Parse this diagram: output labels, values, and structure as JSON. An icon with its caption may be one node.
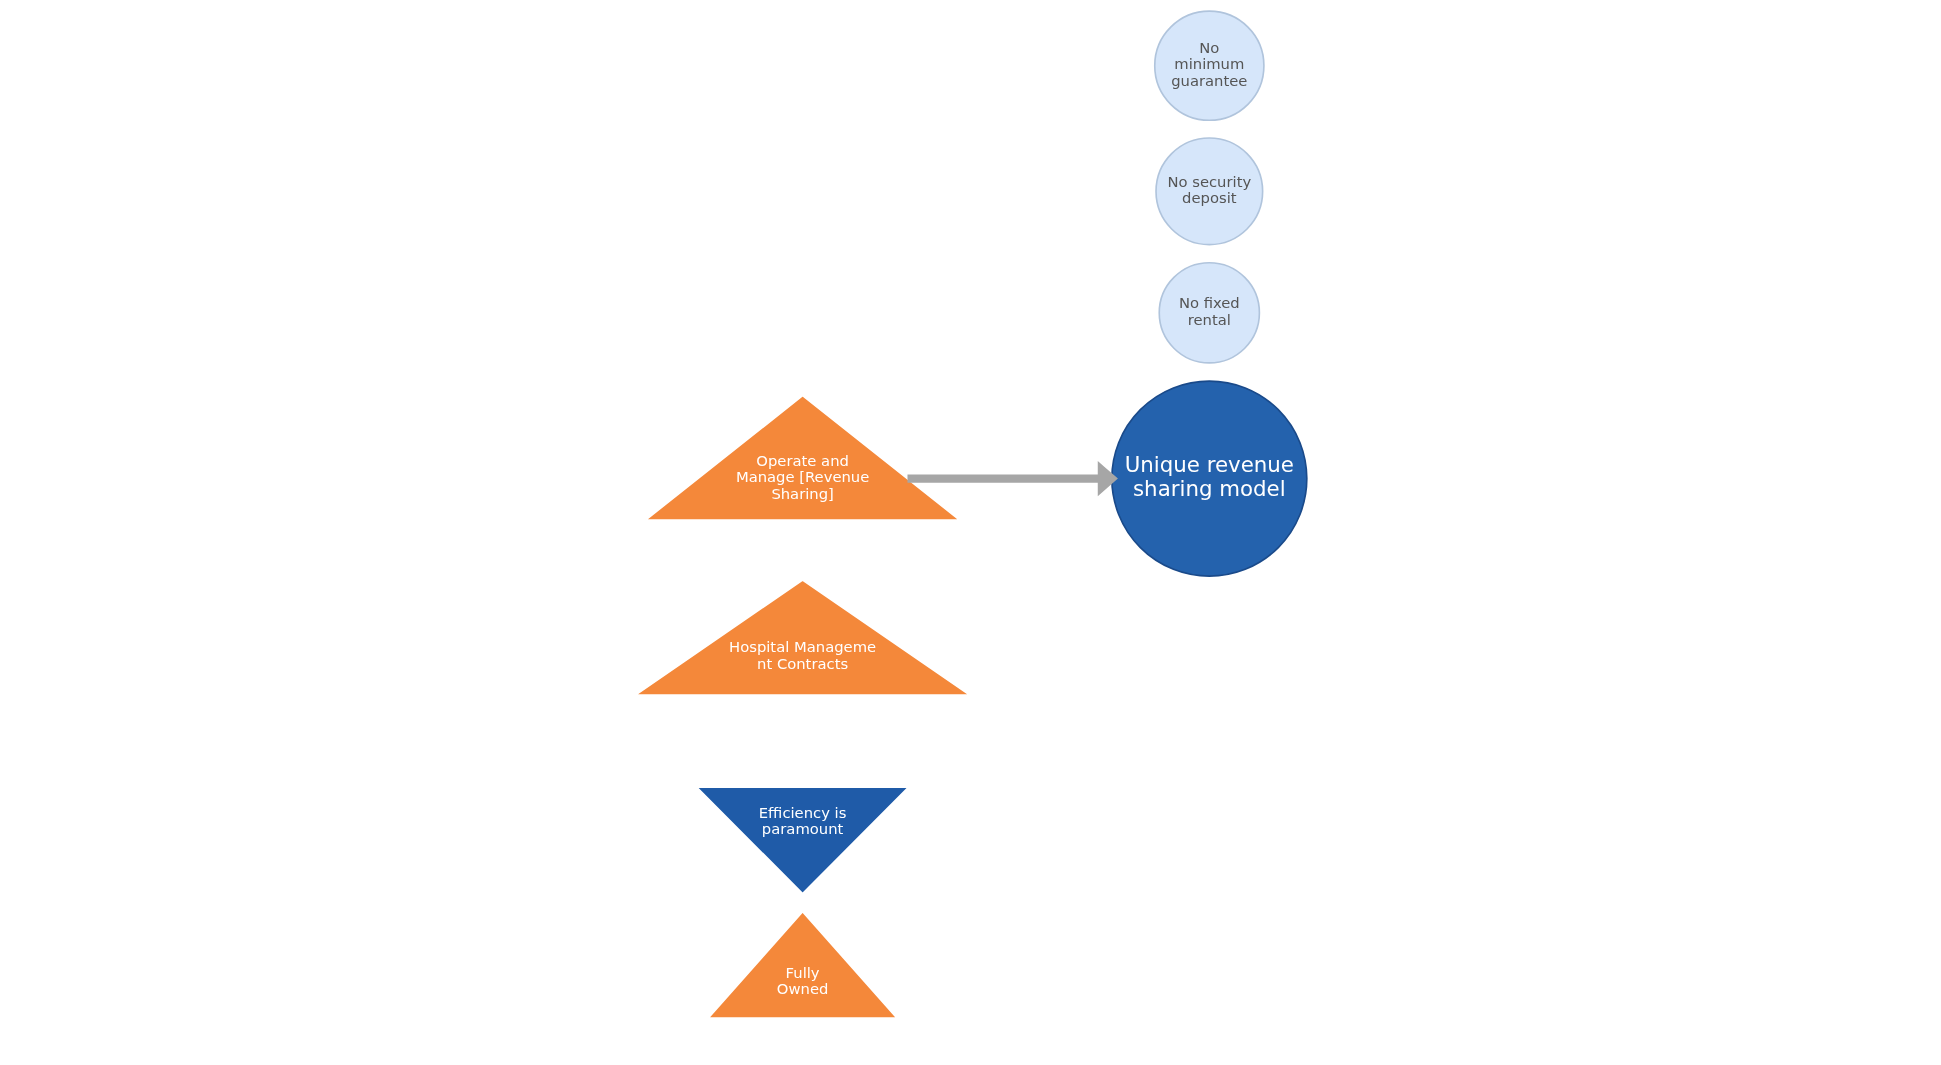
{
  "diagram": {
    "nodes": [
      {
        "text": [
          "Fully Owned"
        ]
      },
      {
        "text": [
          "Efficiency is paramount"
        ]
      },
      {
        "text": [
          "Hospital Manageme nt Contracts"
        ]
      },
      {
        "text": [
          "Operate and Manage [Revenue Sharing]"
        ]
      },
      {
        "text": [
          "Unique revenue sharing model"
        ]
      },
      {
        "text": [
          "No fixed rental"
        ]
      },
      {
        "text": [
          "No security deposit"
        ]
      },
      {
        "text": [
          "No minimum guarantee"
        ]
      }
    ],
    "edges": [
      {
        "from": 3,
        "to": 4,
        "arrow": "to",
        "color": "#a6a6a6"
      }
    ]
  }
}
